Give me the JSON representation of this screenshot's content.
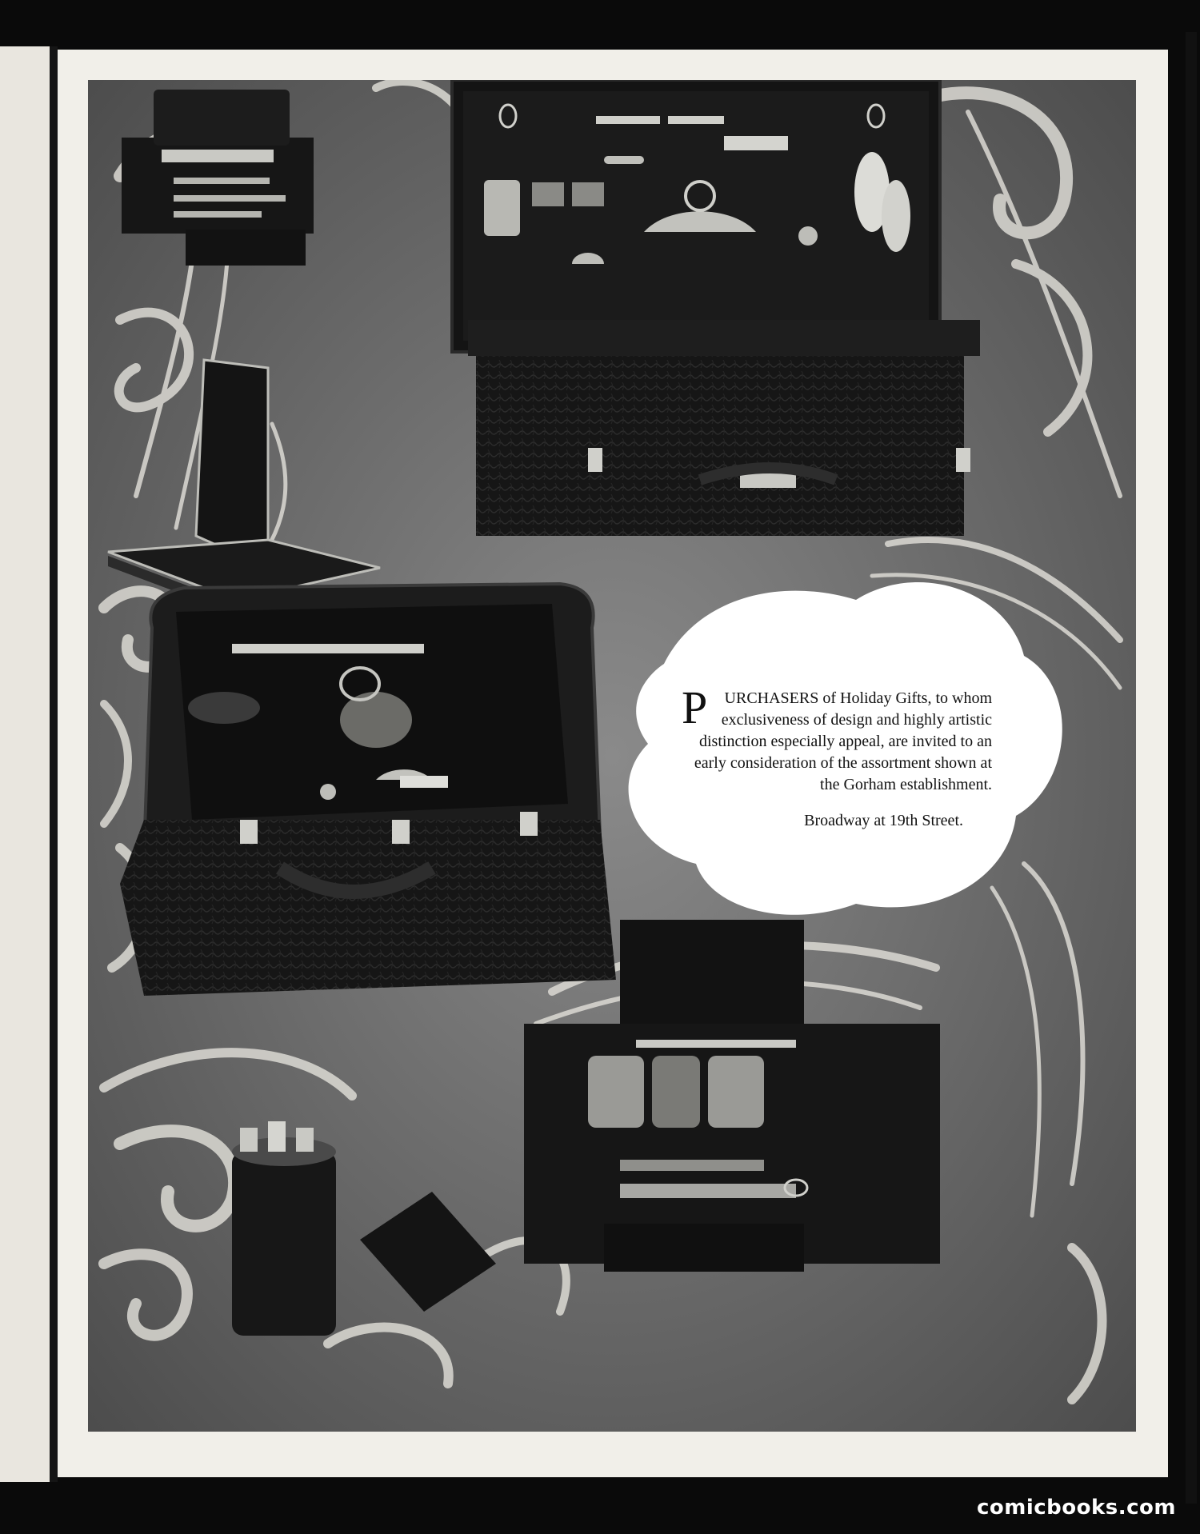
{
  "advertisement": {
    "drop_cap": "P",
    "body_text": "URCHASERS of Holiday Gifts, to whom exclusiveness of design and highly artistic distinction especially appeal, are invited to an early consideration of the assortment shown at the Gorham establishment.",
    "address": "Broadway at 19th Street."
  },
  "watermark": {
    "text": "comicbooks.com"
  },
  "colors": {
    "page_paper": "#f1efe9",
    "ornament_gray": "#6b6b6b",
    "ornament_light": "#d9d7d1",
    "leather_dark": "#151515",
    "silver": "#c9c9c4"
  }
}
